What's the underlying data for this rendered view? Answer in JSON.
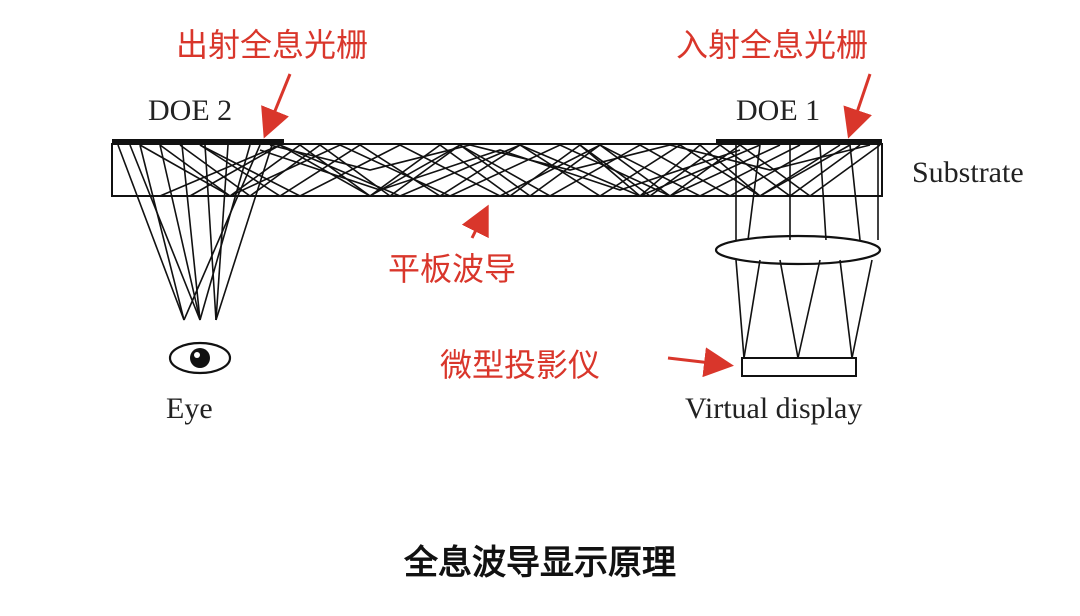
{
  "labels": {
    "out_grating": "出射全息光栅",
    "in_grating": "入射全息光栅",
    "doe2": "DOE 2",
    "doe1": "DOE 1",
    "substrate": "Substrate",
    "waveguide": "平板波导",
    "projector": "微型投影仪",
    "eye": "Eye",
    "virtual_display": "Virtual display"
  },
  "caption": "全息波导显示原理",
  "colors": {
    "annotation_red": "#d9362b",
    "line_black": "#111111",
    "background": "#ffffff"
  }
}
